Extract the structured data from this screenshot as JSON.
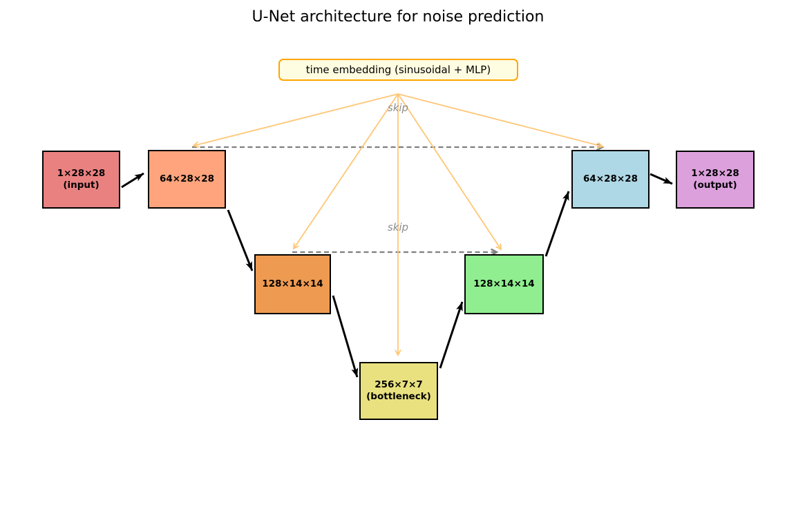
{
  "title": "U-Net architecture for noise prediction",
  "time_embedding": {
    "label": "time embedding (sinusoidal + MLP)",
    "border_color": "#FFA500",
    "bg_color": "#FFFDE1"
  },
  "skip_labels": {
    "top": "skip",
    "bottom": "skip"
  },
  "colors": {
    "arrow_black": "#000000",
    "arrow_orange": "#FFC676",
    "skip_dash_gray": "#7F7F7F",
    "skip_text_gray": "#8C8C8C"
  },
  "boxes": [
    {
      "id": "input",
      "line1": "1×28×28",
      "line2": "(input)",
      "color": "#EA8181"
    },
    {
      "id": "encoder-64",
      "line1": "64×28×28",
      "line2": "",
      "color": "#FFA47C"
    },
    {
      "id": "encoder-128",
      "line1": "128×14×14",
      "line2": "",
      "color": "#EE9A51"
    },
    {
      "id": "bottleneck",
      "line1": "256×7×7",
      "line2": "(bottleneck)",
      "color": "#E9E07F"
    },
    {
      "id": "decoder-128",
      "line1": "128×14×14",
      "line2": "",
      "color": "#90EE90"
    },
    {
      "id": "decoder-64",
      "line1": "64×28×28",
      "line2": "",
      "color": "#AFD8E6"
    },
    {
      "id": "output",
      "line1": "1×28×28",
      "line2": "(output)",
      "color": "#DCA0DC"
    }
  ]
}
